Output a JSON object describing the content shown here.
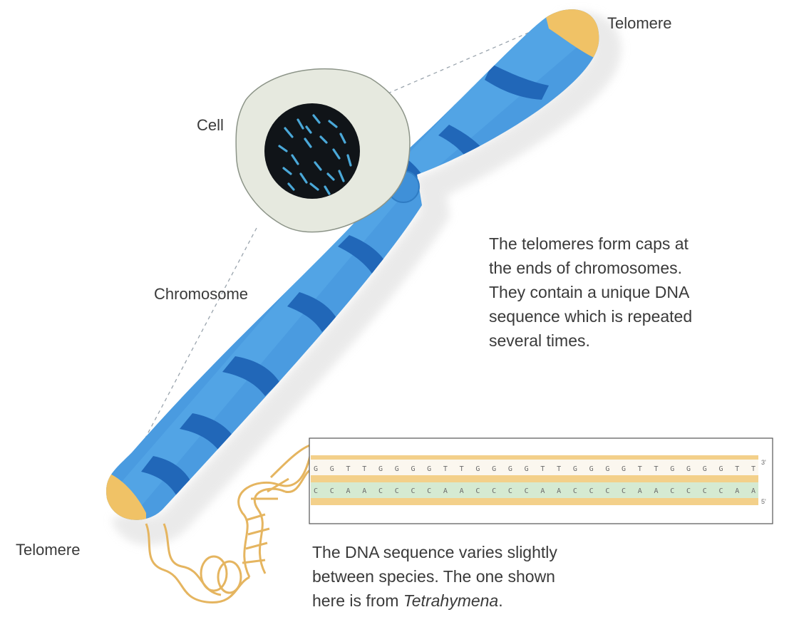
{
  "labels": {
    "telomere_top": "Telomere",
    "telomere_bottom": "Telomere",
    "cell": "Cell",
    "chromosome": "Chromosome"
  },
  "description": {
    "line1": "The telomeres form caps at",
    "line2": "the ends of chromosomes.",
    "line3": "They contain a unique DNA",
    "line4": "sequence which is repeated",
    "line5": "several times."
  },
  "dna_box": {
    "top_strand": "G G T T G G G G T T G G G G T T G G G G T T G G G G T T",
    "bottom_strand": "C C A A C C C C A A C C C C A A C C C C A A C C C C A A",
    "top_end": "3'",
    "bottom_end": "5'"
  },
  "caption": {
    "line1": "The DNA sequence varies slightly",
    "line2": "between species. The one shown",
    "line3_prefix": "here is from ",
    "species": "Tetrahymena",
    "line3_suffix": "."
  },
  "colors": {
    "chromosome_light": "#4a9be0",
    "chromosome_band": "#2167b8",
    "telomere": "#f0c266",
    "cell_fill": "#e6e9df",
    "nucleus": "#101418",
    "strand_top": "#f3d08a",
    "strand_bottom": "#d5ead2"
  }
}
